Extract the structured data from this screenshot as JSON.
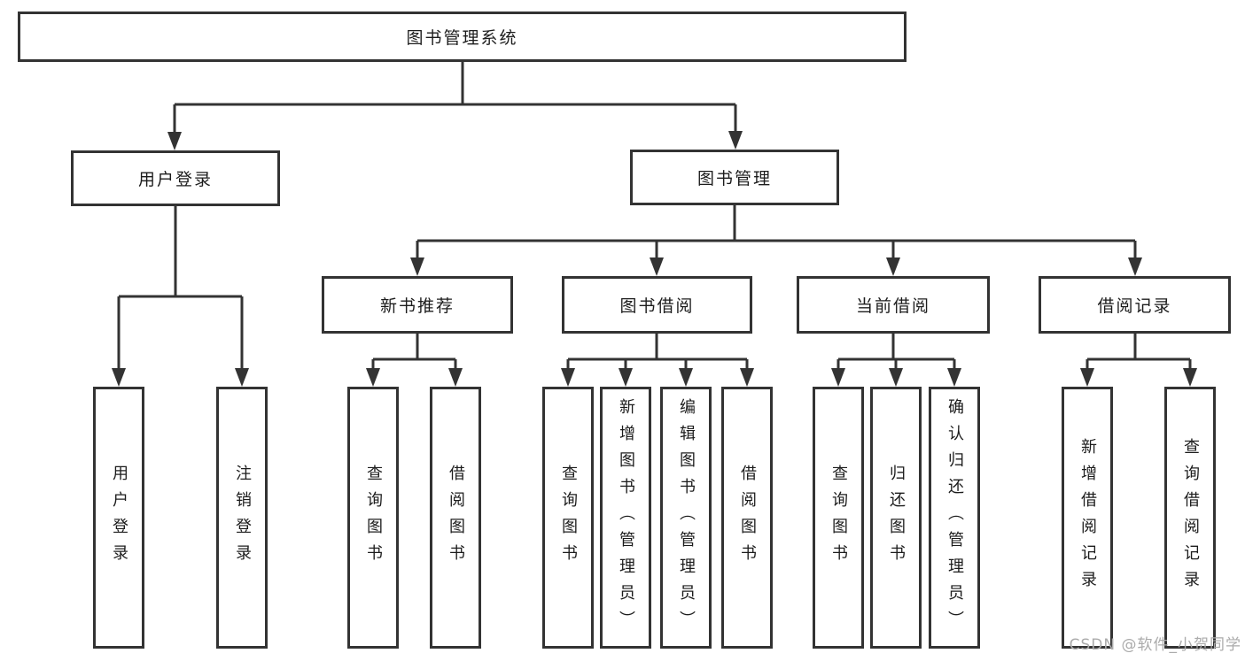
{
  "diagram": {
    "type": "tree",
    "colors": {
      "line": "#333333",
      "box_border": "#333333",
      "box_fill": "#ffffff",
      "text": "#1c1c1c",
      "watermark": "#ababab"
    },
    "tree": {
      "label": "图书管理系统",
      "children": [
        {
          "label": "用户登录",
          "children": [
            {
              "label": "用户登录"
            },
            {
              "label": "注销登录"
            }
          ]
        },
        {
          "label": "图书管理",
          "children": [
            {
              "label": "新书推荐",
              "children": [
                {
                  "label": "查询图书"
                },
                {
                  "label": "借阅图书"
                }
              ]
            },
            {
              "label": "图书借阅",
              "children": [
                {
                  "label": "查询图书"
                },
                {
                  "label": "新增图书（管理员）"
                },
                {
                  "label": "编辑图书（管理员）"
                },
                {
                  "label": "借阅图书"
                }
              ]
            },
            {
              "label": "当前借阅",
              "children": [
                {
                  "label": "查询图书"
                },
                {
                  "label": "归还图书"
                },
                {
                  "label": "确认归还（管理员）"
                }
              ]
            },
            {
              "label": "借阅记录",
              "children": [
                {
                  "label": "新增借阅记录"
                },
                {
                  "label": "查询借阅记录"
                }
              ]
            }
          ]
        }
      ]
    }
  },
  "watermark": {
    "text": "CSDN @软件_小贺同学"
  }
}
